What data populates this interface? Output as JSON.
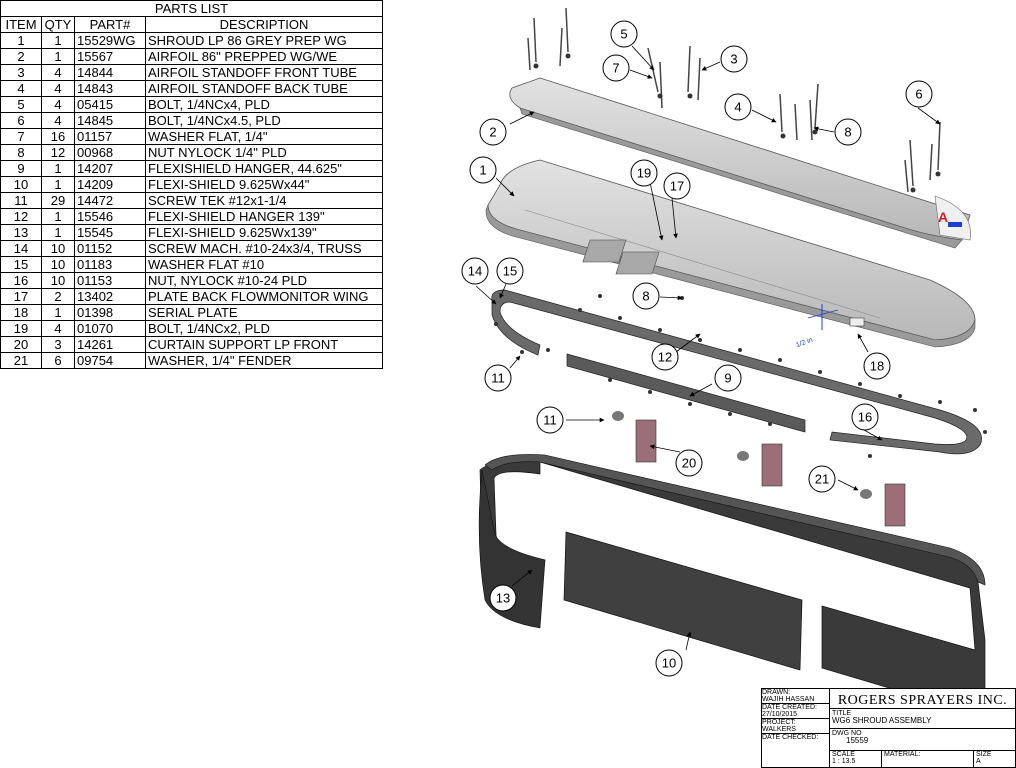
{
  "parts_list": {
    "title": "PARTS LIST",
    "headers": [
      "ITEM",
      "QTY",
      "PART#",
      "DESCRIPTION"
    ],
    "rows": [
      {
        "item": "1",
        "qty": "1",
        "part": "15529WG",
        "desc": "SHROUD LP 86 GREY PREP WG"
      },
      {
        "item": "2",
        "qty": "1",
        "part": "15567",
        "desc": "AIRFOIL 86\" PREPPED WG/WE"
      },
      {
        "item": "3",
        "qty": "4",
        "part": "14844",
        "desc": "AIRFOIL STANDOFF FRONT TUBE"
      },
      {
        "item": "4",
        "qty": "4",
        "part": "14843",
        "desc": "AIRFOIL STANDOFF BACK TUBE"
      },
      {
        "item": "5",
        "qty": "4",
        "part": "05415",
        "desc": "BOLT, 1/4NCx4, PLD"
      },
      {
        "item": "6",
        "qty": "4",
        "part": "14845",
        "desc": "BOLT, 1/4NCx4.5, PLD"
      },
      {
        "item": "7",
        "qty": "16",
        "part": "01157",
        "desc": "WASHER FLAT, 1/4\""
      },
      {
        "item": "8",
        "qty": "12",
        "part": "00968",
        "desc": "NUT NYLOCK 1/4\" PLD"
      },
      {
        "item": "9",
        "qty": "1",
        "part": "14207",
        "desc": "FLEXISHIELD HANGER, 44.625\""
      },
      {
        "item": "10",
        "qty": "1",
        "part": "14209",
        "desc": "FLEXI-SHIELD 9.625Wx44\""
      },
      {
        "item": "11",
        "qty": "29",
        "part": "14472",
        "desc": "SCREW TEK #12x1-1/4"
      },
      {
        "item": "12",
        "qty": "1",
        "part": "15546",
        "desc": "FLEXI-SHIELD HANGER 139\""
      },
      {
        "item": "13",
        "qty": "1",
        "part": "15545",
        "desc": "FLEXI-SHIELD 9.625Wx139\""
      },
      {
        "item": "14",
        "qty": "10",
        "part": "01152",
        "desc": "SCREW MACH. #10-24x3/4, TRUSS"
      },
      {
        "item": "15",
        "qty": "10",
        "part": "01183",
        "desc": "WASHER FLAT #10"
      },
      {
        "item": "16",
        "qty": "10",
        "part": "01153",
        "desc": "NUT, NYLOCK #10-24 PLD"
      },
      {
        "item": "17",
        "qty": "2",
        "part": "13402",
        "desc": "PLATE BACK FLOWMONITOR WING"
      },
      {
        "item": "18",
        "qty": "1",
        "part": "01398",
        "desc": "SERIAL PLATE"
      },
      {
        "item": "19",
        "qty": "4",
        "part": "01070",
        "desc": "BOLT, 1/4NCx2, PLD"
      },
      {
        "item": "20",
        "qty": "3",
        "part": "14261",
        "desc": "CURTAIN SUPPORT LP FRONT"
      },
      {
        "item": "21",
        "qty": "6",
        "part": "09754",
        "desc": "WASHER, 1/4\" FENDER"
      }
    ]
  },
  "drawing": {
    "balloons": [
      "1",
      "2",
      "3",
      "4",
      "5",
      "6",
      "7",
      "8",
      "19",
      "17",
      "14",
      "15",
      "8",
      "12",
      "11",
      "18",
      "9",
      "11",
      "16",
      "20",
      "21",
      "13",
      "10"
    ],
    "dimension_note": "1/2 in",
    "logo_letter": "A"
  },
  "title_block": {
    "drawn_label": "DRAWN:",
    "drawn_value": "WAJIH HASSAN",
    "date_created_label": "DATE CREATED:",
    "date_created_value": "27/10/2015",
    "project_label": "PROJECT:",
    "project_value": "WALKERS",
    "date_checked_label": "DATE CHECKED:",
    "company": "ROGERS SPRAYERS INC.",
    "title_label": "TITLE",
    "title_value": "WG6 SHROUD ASSEMBLY",
    "dwg_label": "DWG NO",
    "dwg_value": "15559",
    "scale_label": "SCALE",
    "scale_value": "1 : 13.5",
    "material_label": "MATERIAL:",
    "size_label": "SIZE",
    "size_value": "A"
  },
  "colors": {
    "shroud_fill": "#c8c8c8",
    "shroud_shade": "#9a9a9a",
    "curtain_fill": "#3c3c3c",
    "hanger_fill": "#5a5a5a",
    "plate_fill": "#9c6f78",
    "balloon_stroke": "#000000",
    "dimension": "#1a3fd0",
    "logo_red": "#d0202a"
  }
}
